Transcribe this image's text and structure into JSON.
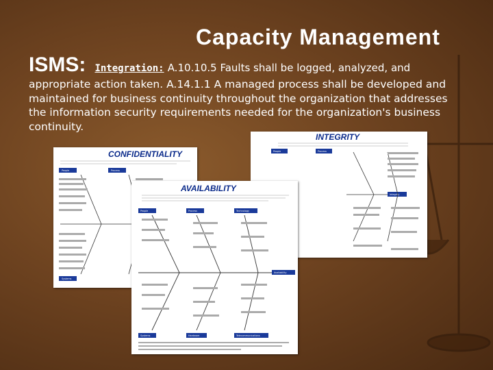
{
  "slide": {
    "title": "Capacity Management",
    "isms_label": "ISMS:",
    "integration_label": "Integration:",
    "first_line": "A.10.10.5 Faults shall be logged, analyzed, and",
    "body": "appropriate action taken. A.14.1.1 A managed process shall be developed and maintained for business continuity throughout the organization that addresses the information security requirements needed for the organization's business continuity."
  },
  "diagrams": {
    "confidentiality": {
      "title": "CONFIDENTIALITY",
      "tags": [
        "People",
        "Process",
        "Systems"
      ]
    },
    "integrity": {
      "title": "INTEGRITY",
      "tags": [
        "People",
        "Process",
        "Integrity"
      ]
    },
    "availability": {
      "title": "AVAILABILITY",
      "tags": [
        "People",
        "Process",
        "Technology",
        "Availability",
        "Systems",
        "Hardware",
        "Telecommunications"
      ]
    }
  },
  "colors": {
    "background": "#6e4320",
    "title_text": "#ffffff",
    "diagram_title": "#0a2a8a",
    "tag_fill": "#1a3a9a"
  }
}
